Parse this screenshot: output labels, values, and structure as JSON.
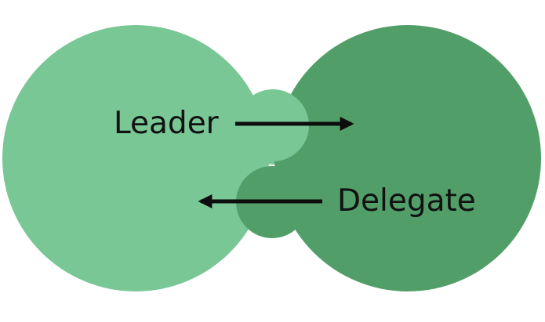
{
  "colors": {
    "left_circle": "#78c795",
    "right_circle": "#529e68",
    "arrow": "#0d0d0d",
    "text": "#111111",
    "background": "#ffffff"
  },
  "labels": {
    "left": "Leader",
    "right": "Delegate"
  },
  "arrows": [
    {
      "direction": "right",
      "from": "left",
      "to": "right"
    },
    {
      "direction": "left",
      "from": "right",
      "to": "left"
    }
  ]
}
